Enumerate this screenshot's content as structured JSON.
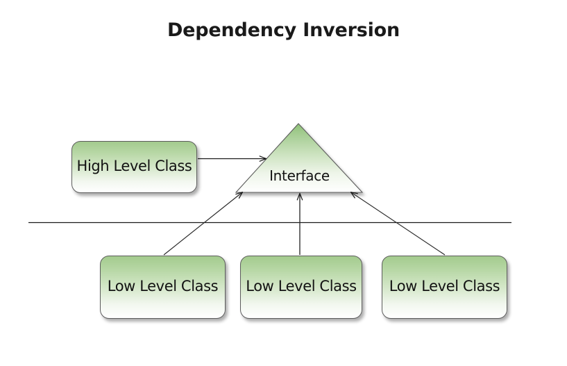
{
  "diagram": {
    "title": "Dependency Inversion",
    "background_color": "#ffffff",
    "accent_color": "#a3cb8e",
    "line_color": "#1a1a1a",
    "border_color": "#5c5c5c",
    "nodes": {
      "high_level": {
        "label": "High Level Class"
      },
      "interface": {
        "label": "Interface"
      },
      "low_level_1": {
        "label": "Low Level Class"
      },
      "low_level_2": {
        "label": "Low Level Class"
      },
      "low_level_3": {
        "label": "Low Level Class"
      }
    },
    "separator": {
      "name": "boundary-line"
    },
    "connectors": [
      {
        "name": "high-level-to-interface",
        "from": "high_level",
        "to": "interface",
        "style": "arrow"
      },
      {
        "name": "low-level-1-to-interface",
        "from": "low_level_1",
        "to": "interface",
        "style": "arrow"
      },
      {
        "name": "low-level-2-to-interface",
        "from": "low_level_2",
        "to": "interface",
        "style": "arrow"
      },
      {
        "name": "low-level-3-to-interface",
        "from": "low_level_3",
        "to": "interface",
        "style": "arrow"
      }
    ]
  }
}
